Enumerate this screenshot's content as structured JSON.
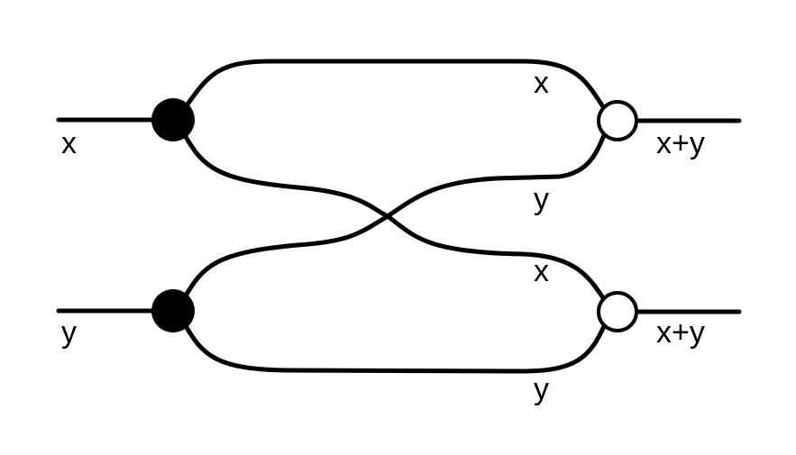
{
  "inputs": [
    {
      "label": "x"
    },
    {
      "label": "y"
    }
  ],
  "outputs": [
    {
      "label": "x+y"
    },
    {
      "label": "x+y"
    }
  ],
  "wire_labels": {
    "top_x": "x",
    "top_y": "y",
    "bottom_x": "x",
    "bottom_y": "y"
  },
  "colors": {
    "stroke": "#000000",
    "copy_node": "#000000",
    "add_node": "#ffffff"
  }
}
